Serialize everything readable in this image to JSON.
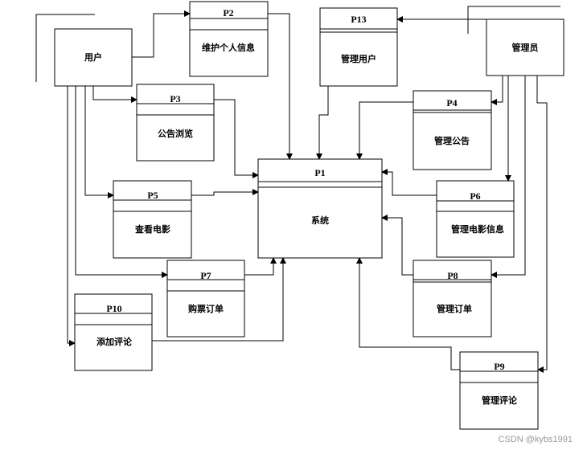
{
  "entities": {
    "user": "用户",
    "admin": "管理员"
  },
  "processes": {
    "p1": {
      "id": "P1",
      "label": "系统"
    },
    "p2": {
      "id": "P2",
      "label": "维护个人信息"
    },
    "p3": {
      "id": "P3",
      "label": "公告浏览"
    },
    "p4": {
      "id": "P4",
      "label": "管理公告"
    },
    "p5": {
      "id": "P5",
      "label": "查看电影"
    },
    "p6": {
      "id": "P6",
      "label": "管理电影信息"
    },
    "p7": {
      "id": "P7",
      "label": "购票订单"
    },
    "p8": {
      "id": "P8",
      "label": "管理订单"
    },
    "p9": {
      "id": "P9",
      "label": "管理评论"
    },
    "p10": {
      "id": "P10",
      "label": "添加评论"
    },
    "p13": {
      "id": "P13",
      "label": "管理用户"
    }
  },
  "watermark": "CSDN @kybs1991"
}
